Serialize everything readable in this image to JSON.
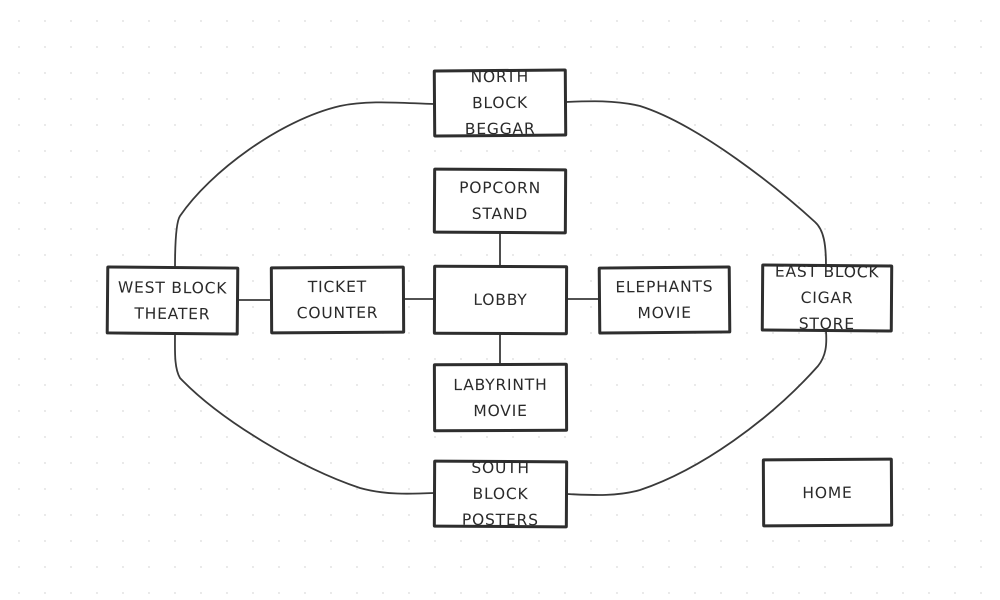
{
  "diagram": {
    "nodes": {
      "north_block_beggar": {
        "label": "North Block\nBeggar"
      },
      "popcorn_stand": {
        "label": "PopCorn\nStand"
      },
      "west_block_theater": {
        "label": "West Block\nTheater"
      },
      "ticket_counter": {
        "label": "Ticket\nCounter"
      },
      "lobby": {
        "label": "Lobby"
      },
      "elephants_movie": {
        "label": "Elephants\nMovie"
      },
      "east_block_cigar_store": {
        "label": "East Block\nCigar Store"
      },
      "labyrinth_movie": {
        "label": "Labyrinth\nMovie"
      },
      "south_block_posters": {
        "label": "South Block\nPosters"
      },
      "home": {
        "label": "Home"
      }
    },
    "edges": [
      {
        "from": "north_block_beggar",
        "to": "west_block_theater"
      },
      {
        "from": "north_block_beggar",
        "to": "east_block_cigar_store"
      },
      {
        "from": "popcorn_stand",
        "to": "lobby"
      },
      {
        "from": "west_block_theater",
        "to": "ticket_counter"
      },
      {
        "from": "ticket_counter",
        "to": "lobby"
      },
      {
        "from": "lobby",
        "to": "elephants_movie"
      },
      {
        "from": "lobby",
        "to": "labyrinth_movie"
      },
      {
        "from": "west_block_theater",
        "to": "south_block_posters"
      },
      {
        "from": "east_block_cigar_store",
        "to": "south_block_posters"
      }
    ]
  }
}
